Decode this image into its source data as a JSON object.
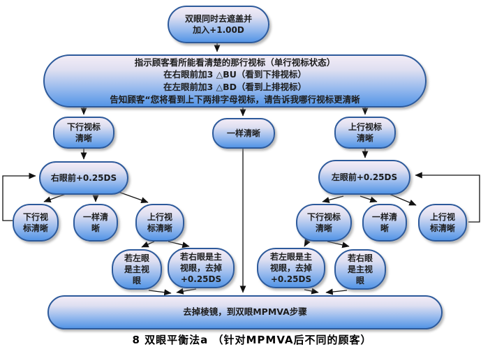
{
  "figure": {
    "caption": "8 双眼平衡法a （针对MPMVA后不同的顾客）"
  },
  "colors": {
    "node_border": "#2d5a9b",
    "node_gradient_top": "#f3ecf6",
    "node_gradient_bottom": "#5495e6",
    "arrow": "#111111"
  },
  "nodes": {
    "start": "双眼同时去遮盖并\n加入+1.00D",
    "instruction": "指示顾客看所能看清楚的那行视标（单行视标状态）\n在右眼前加3 △BU（看到下排视标）\n在左眼前加3 △BD（看到上排视标）\n告知顾客“您将看到上下两排字母视标，请告诉我哪行视标更清晰",
    "lower_clear": "下行视标\n清晰",
    "same_clear": "一样清晰",
    "upper_clear": "上行视标\n清晰",
    "right_eye_add": "右眼前+0.25DS",
    "left_eye_add": "左眼前+0.25DS",
    "left_branch": {
      "lower": "下行视\n标清晰",
      "same": "一样清\n晰",
      "upper": "上行视\n标清晰",
      "if_left_dominant": "若左眼\n是主视\n眼",
      "if_right_dominant": "若右眼是主\n视眼，去掉\n+0.25DS"
    },
    "right_branch": {
      "lower": "下行视标\n清晰",
      "same": "一样清\n晰",
      "upper": "上行视\n标清晰",
      "if_left_dominant": "若左眼是主\n视眼，去掉\n+0.25DS",
      "if_right_dominant": "若右眼\n是主视\n眼"
    },
    "final": "去掉棱镜，到双眼MPMVA步骤"
  }
}
